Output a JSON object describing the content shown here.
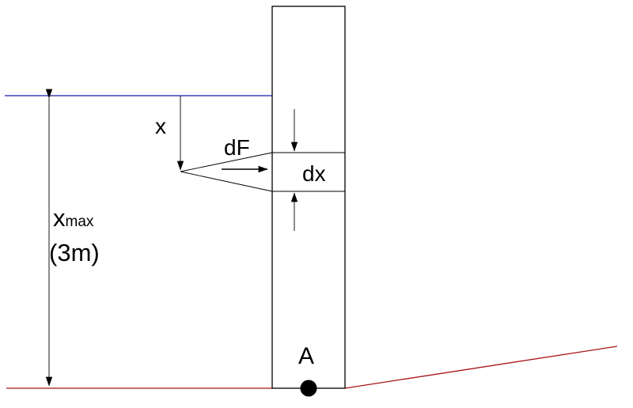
{
  "labels": {
    "x": "x",
    "dF": "dF",
    "dx": "dx",
    "x_max_main": "x",
    "x_max_sub": "max",
    "x_max_value": "(3m)",
    "point_A": "A"
  },
  "colors": {
    "water_line": "#1a1aa8",
    "ground_line": "#a81414",
    "stroke": "#000000"
  }
}
